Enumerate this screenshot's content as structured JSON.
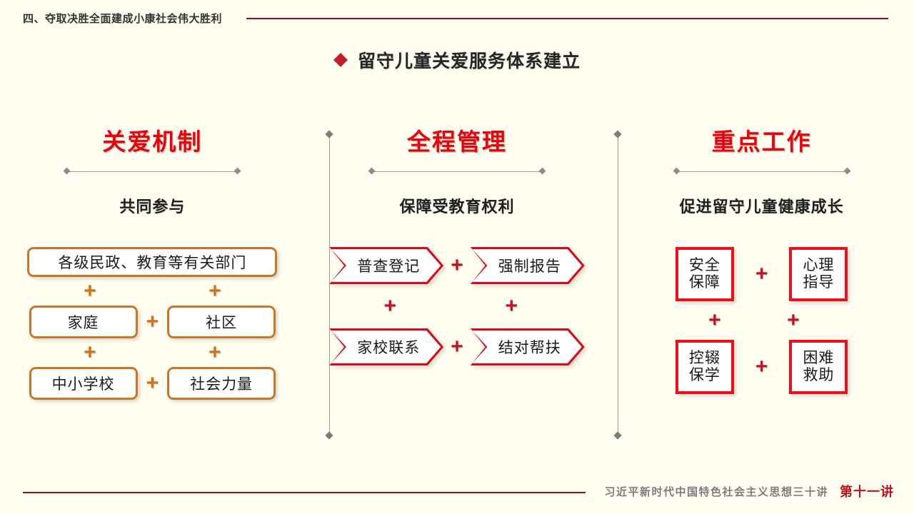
{
  "header": {
    "section_title": "四、夺取决胜全面建成小康社会伟大胜利"
  },
  "title": {
    "bullet_icon": "diamond-bullet-icon",
    "text": "留守儿童关爱服务体系建立"
  },
  "columns": [
    {
      "heading": "关爱机制",
      "subheading": "共同参与",
      "shape": "rounded-rect",
      "accent_color": "#c8762c",
      "nodes": {
        "top": "各级民政、教育等有关部门",
        "middle": [
          "家庭",
          "社区"
        ],
        "bottom": [
          "中小学校",
          "社会力量"
        ]
      },
      "connector": "+"
    },
    {
      "heading": "全程管理",
      "subheading": "保障受教育权利",
      "shape": "chevron",
      "accent_color": "#cc1122",
      "nodes": {
        "row1": [
          "普查登记",
          "强制报告"
        ],
        "row2": [
          "家校联系",
          "结对帮扶"
        ]
      },
      "connector": "+"
    },
    {
      "heading": "重点工作",
      "subheading": "促进留守儿童健康成长",
      "shape": "square",
      "accent_color": "#e8111e",
      "nodes": {
        "row1": [
          [
            "安全",
            "保障"
          ],
          [
            "心理",
            "指导"
          ]
        ],
        "row2": [
          [
            "控辍",
            "保学"
          ],
          [
            "困难",
            "救助"
          ]
        ]
      },
      "connector": "+"
    }
  ],
  "footer": {
    "series_title": "习近平新时代中国特色社会主义思想三十讲",
    "lecture_badge": "第十一讲"
  },
  "colors": {
    "background": "#fffef0",
    "rule_red": "#8c0f16",
    "heading_red": "#e20613",
    "orange": "#c8762c",
    "chevron_red": "#cc1122",
    "square_red": "#e8111e",
    "divider_gray": "#9a9a9a"
  }
}
